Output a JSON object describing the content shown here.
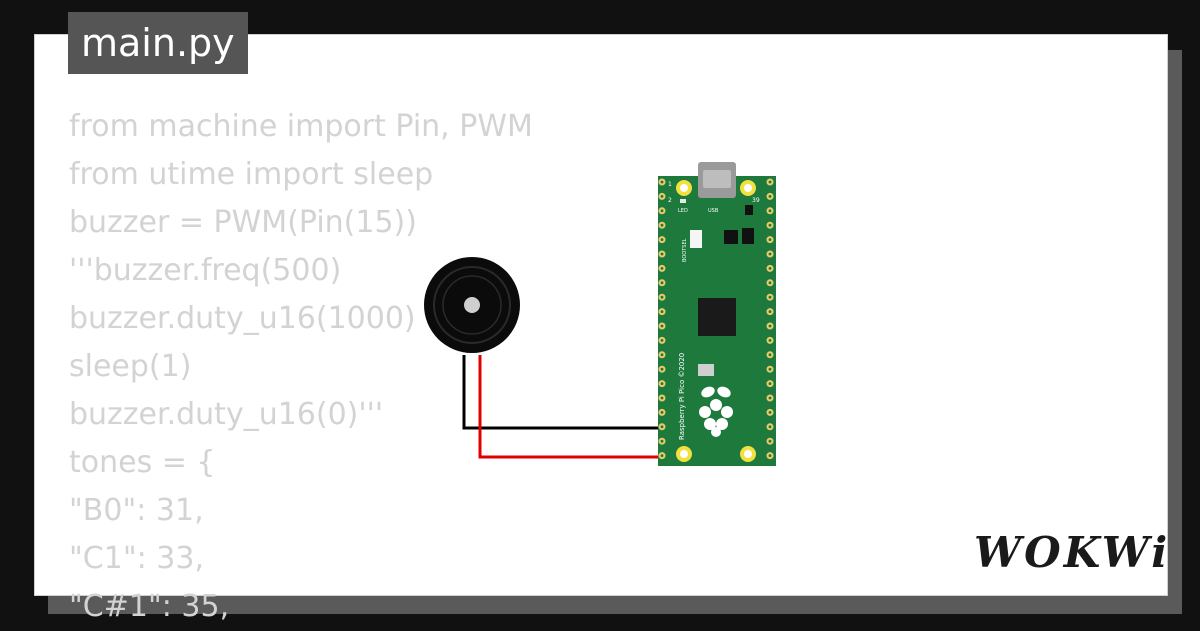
{
  "file_tab": {
    "label": "main.py"
  },
  "code": {
    "lines": [
      "from machine import Pin, PWM",
      "from utime import sleep",
      "buzzer = PWM(Pin(15))",
      "'''buzzer.freq(500)",
      "buzzer.duty_u16(1000)",
      "sleep(1)",
      "buzzer.duty_u16(0)'''",
      "tones = {",
      "\"B0\": 31,",
      "\"C1\": 33,",
      "\"C#1\": 35,"
    ]
  },
  "board": {
    "name_label": "Raspberry Pi Pico ©2020",
    "bootsel_label": "BOOTSEL",
    "led_label": "LED",
    "usb_label": "USB",
    "pin1_label": "1",
    "pin2_label": "2",
    "pin39_label": "39",
    "pcb_color": "#1e7a3c"
  },
  "wires": {
    "black": "#000000",
    "red": "#e00000"
  },
  "brand": {
    "logo_text": "WOKWi"
  }
}
